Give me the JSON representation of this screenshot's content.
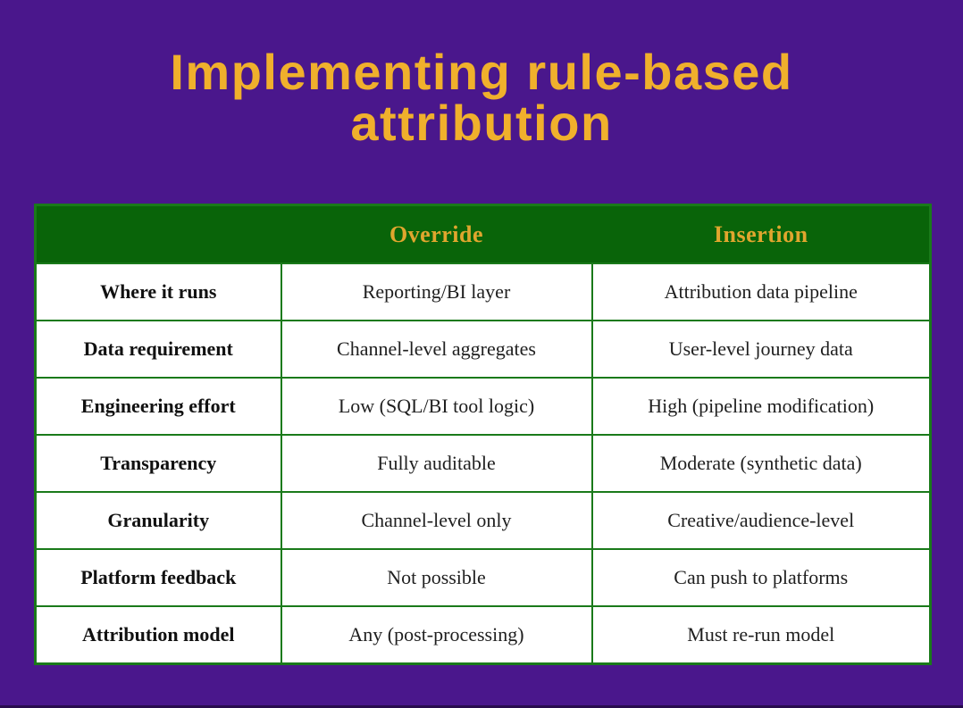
{
  "slide": {
    "title_line1": "Implementing rule-based",
    "title_line2": "attribution"
  },
  "colors": {
    "background_purple": "#4a178c",
    "title_gold": "#f0b02c",
    "header_green": "#096409",
    "border_green": "#1a7a1a",
    "header_text_gold": "#e0a62e"
  },
  "table": {
    "columns": [
      "",
      "Override",
      "Insertion"
    ],
    "rows": [
      {
        "label": "Where it runs",
        "override": "Reporting/BI layer",
        "insertion": "Attribution data pipeline"
      },
      {
        "label": "Data requirement",
        "override": "Channel-level aggregates",
        "insertion": "User-level journey data"
      },
      {
        "label": "Engineering effort",
        "override": "Low (SQL/BI tool logic)",
        "insertion": "High (pipeline modification)"
      },
      {
        "label": "Transparency",
        "override": "Fully auditable",
        "insertion": "Moderate (synthetic data)"
      },
      {
        "label": "Granularity",
        "override": "Channel-level only",
        "insertion": "Creative/audience-level"
      },
      {
        "label": "Platform feedback",
        "override": "Not possible",
        "insertion": "Can push to platforms"
      },
      {
        "label": "Attribution model",
        "override": "Any (post-processing)",
        "insertion": "Must re-run model"
      }
    ]
  }
}
